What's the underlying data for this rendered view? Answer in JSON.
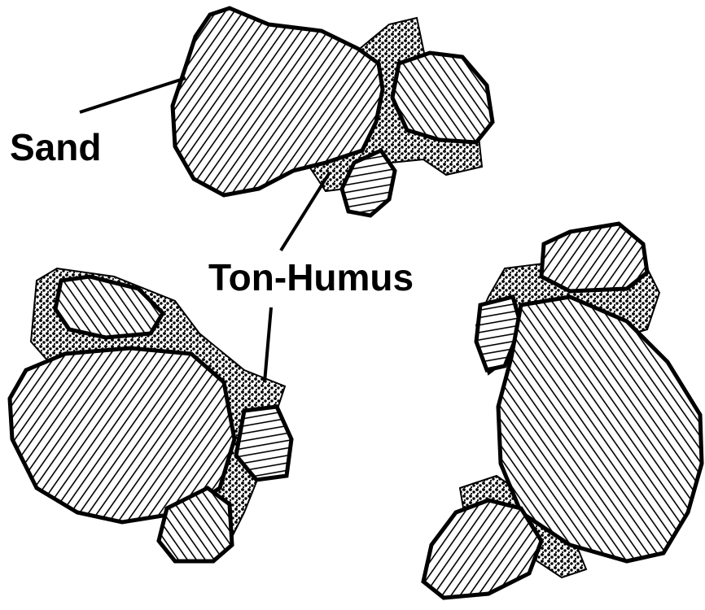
{
  "labels": {
    "sand": "Sand",
    "clay_humus": "Ton-Humus"
  },
  "colors": {
    "ink": "#000000",
    "paper": "#ffffff"
  },
  "particles": [
    {
      "id": "sand-grain",
      "material": "sand"
    },
    {
      "id": "clay-humus-film",
      "material": "clay_humus"
    }
  ]
}
